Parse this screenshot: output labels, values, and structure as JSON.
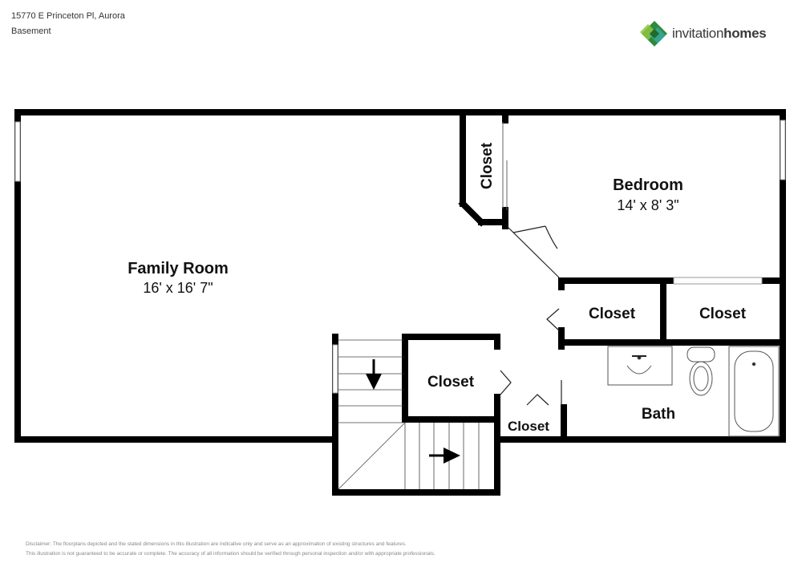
{
  "header": {
    "address": "15770 E Princeton Pl, Aurora",
    "level": "Basement"
  },
  "brand": {
    "name_part1": "invitation",
    "name_part2": "homes",
    "colors": {
      "dark_green": "#2f8a3c",
      "light_green": "#8cc63f",
      "teal": "#37a89c"
    }
  },
  "rooms": {
    "family_room": {
      "name": "Family Room",
      "dims": "16' x 16' 7\""
    },
    "bedroom": {
      "name": "Bedroom",
      "dims": "14' x 8' 3\""
    },
    "closet_bedroom": "Closet",
    "closet_hall_1": "Closet",
    "closet_hall_2": "Closet",
    "closet_stairs": "Closet",
    "closet_small": "Closet",
    "bath": "Bath"
  },
  "disclaimer": {
    "line1": "Disclaimer: The floorplans depicted and the stated dimensions in this illustration are indicative only and serve as an approximation of existing structures and features.",
    "line2": "This illustration is not guaranteed to be accurate or complete. The accuracy of all information should be verified through personal inspection and/or with appropriate professionals."
  }
}
